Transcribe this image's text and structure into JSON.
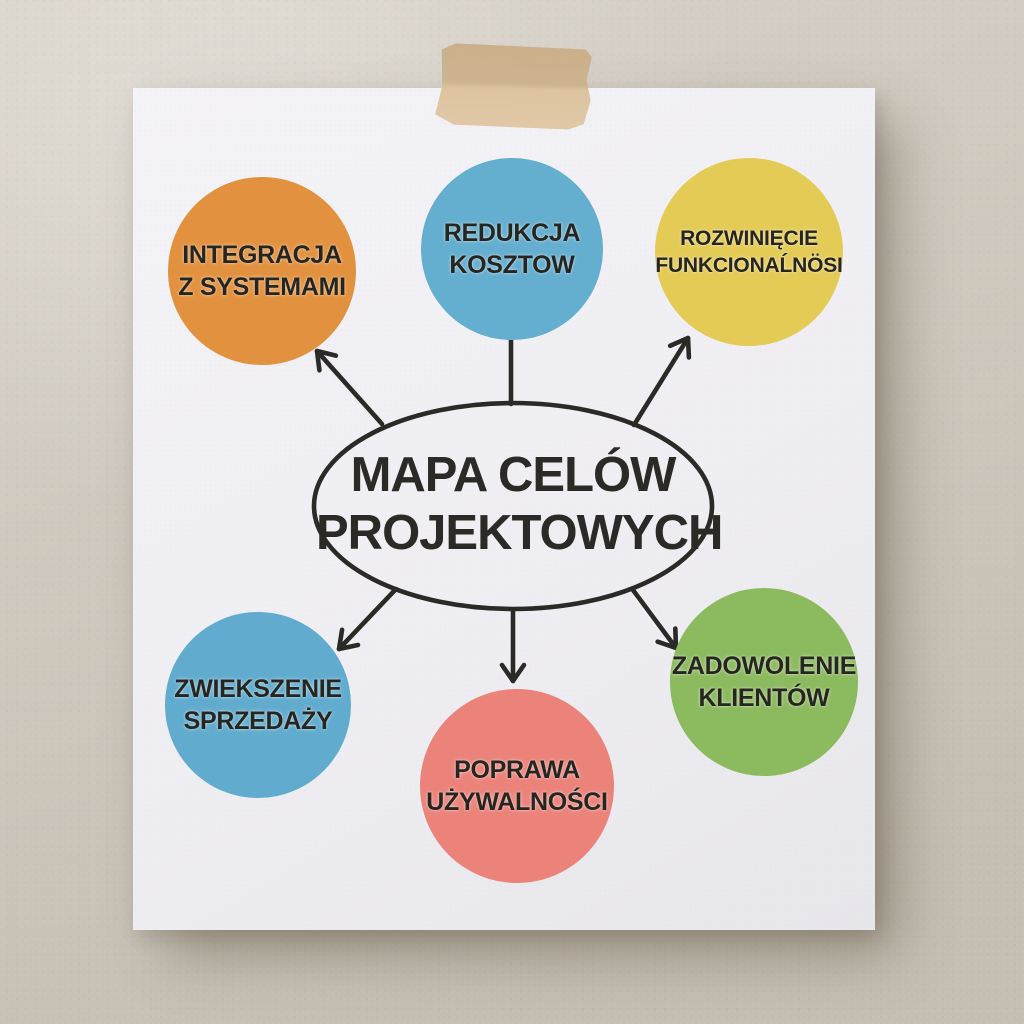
{
  "scene": {
    "wall_color": "#D3CDC2",
    "paper_color": "#F0EFF3",
    "tape_color": "#D5BA96",
    "ink_color": "#2B2A26"
  },
  "title": {
    "line1": "MAPA CELÓW",
    "line2": "PROJEKTOWYCH"
  },
  "nodes": [
    {
      "id": "integration",
      "line1": "INTEGRACJA",
      "line2": "Z SYSTEMAMI",
      "color": "#E2913E"
    },
    {
      "id": "cost",
      "line1": "REDUKCJA",
      "line2": "KOSZTOW",
      "color": "#64AECF"
    },
    {
      "id": "functionality",
      "line1": "ROZWINIĘCIE",
      "line2": "FUNKCIONAĹNÖSI",
      "color": "#E4CB55"
    },
    {
      "id": "sales",
      "line1": "ZWIEKSZENIE",
      "line2": "SPRZEDAŻY",
      "color": "#61ACCE"
    },
    {
      "id": "usability",
      "line1": "POPRAWA",
      "line2": "UŻYWALNOŚCI",
      "color": "#EB837B"
    },
    {
      "id": "satisfaction",
      "line1": "ZADOWOLENIE",
      "line2": "KLIENTÓW",
      "color": "#8CBA5E"
    }
  ]
}
